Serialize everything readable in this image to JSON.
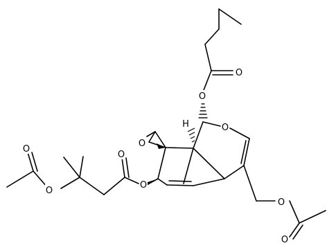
{
  "atoms": {
    "o_top_ester_carbonyl": "O",
    "o_top_ester_link": "O",
    "o_ring": "O",
    "o_epoxide": "O",
    "h_stereo": "H",
    "o_left_ester_link": "O",
    "o_left_ester_carbonyl": "O",
    "o_acetoxy_link": "O",
    "o_acetoxy_carbonyl": "O",
    "o_right_acetate_link": "O",
    "o_right_acetate_carbonyl": "O"
  }
}
